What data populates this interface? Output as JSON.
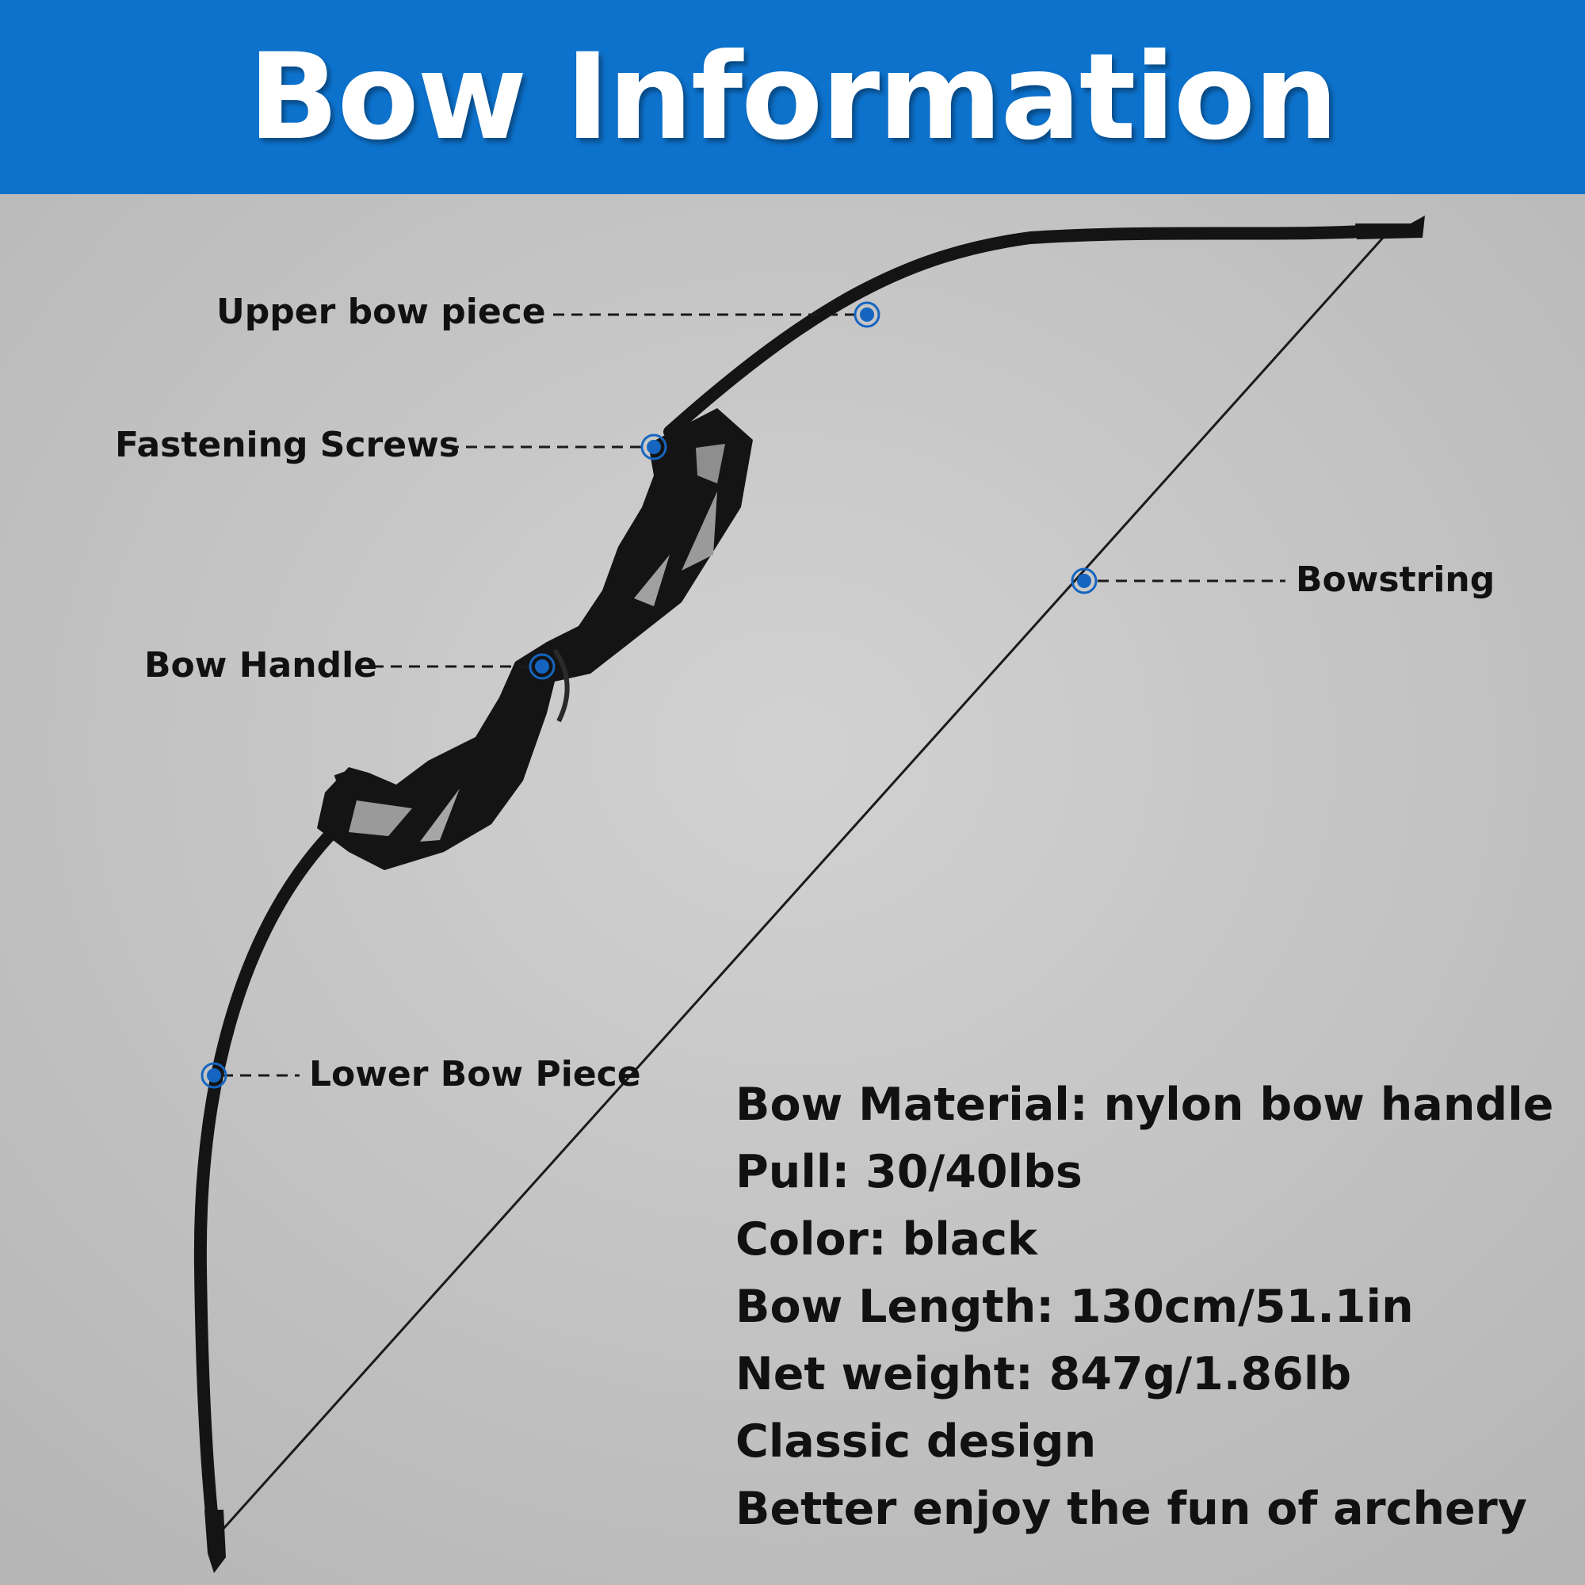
{
  "title": "Bow Information",
  "callouts": {
    "upper_bow_piece": "Upper bow piece",
    "fastening_screws": "Fastening Screws",
    "bow_handle": "Bow Handle",
    "bowstring": "Bowstring",
    "lower_bow_piece": "Lower Bow Piece"
  },
  "specs": [
    "Bow Material: nylon bow handle",
    "Pull: 30/40lbs",
    "Color: black",
    "Bow Length: 130cm/51.1in",
    "Net weight: 847g/1.86lb",
    "Classic design",
    "Better enjoy the fun of archery"
  ],
  "colors": {
    "banner": "#0d72cc",
    "marker": "#1565c0",
    "bow": "#141414",
    "background": "#c4c4c4"
  }
}
